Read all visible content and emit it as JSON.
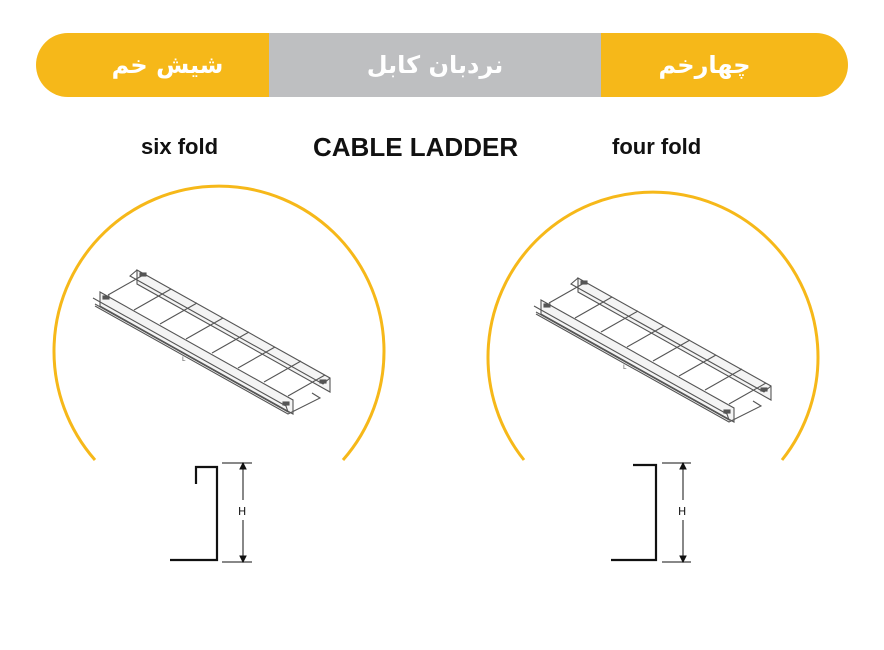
{
  "header": {
    "left_label_fa": "شیش خم",
    "center_label_fa": "نردبان کابل",
    "right_label_fa": "چهارخم"
  },
  "subtitles": {
    "left": "six fold",
    "center": "CABLE LADDER",
    "right": "four fold"
  },
  "diagram_labels": {
    "left_height": "H",
    "right_height": "H"
  },
  "colors": {
    "accent": "#f6b819",
    "center_band": "#bebfc1",
    "text": "#111111"
  },
  "icons": {
    "left": "cable-ladder-six-fold-drawing",
    "right": "cable-ladder-four-fold-drawing"
  }
}
